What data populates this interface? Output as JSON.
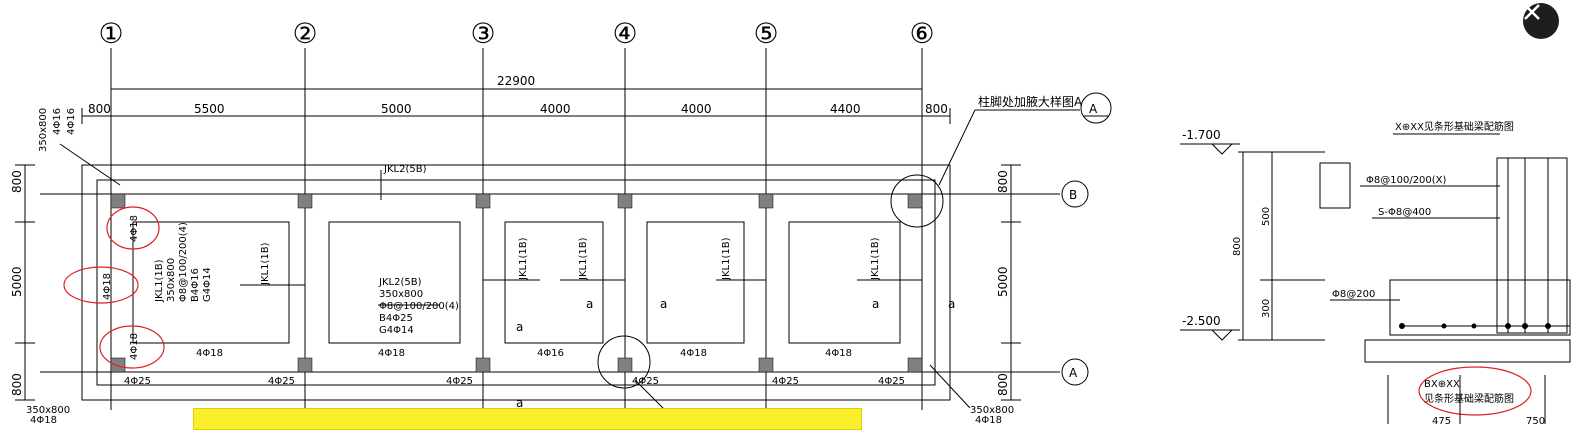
{
  "grid_axes": [
    "①",
    "②",
    "③",
    "④",
    "⑤",
    "⑥"
  ],
  "grid_rows": [
    "B",
    "A"
  ],
  "total_dim": "22900",
  "spans": [
    "800",
    "5500",
    "5000",
    "4000",
    "4000",
    "4400",
    "800"
  ],
  "side_dims": {
    "top": "800",
    "mid": "5000",
    "bot": "800"
  },
  "col_callout": {
    "size": "350x800",
    "bar": "4Φ16"
  },
  "col_callout_bottom": {
    "size": "350x800",
    "bar": "4Φ18"
  },
  "detail_callout": {
    "text": "柱脚处加腋大样图A",
    "mark": "A"
  },
  "beam_labels": {
    "jkl2_top": "JKL2(5B)",
    "jkl1": "JKL1(1B)",
    "jkl2_spec": [
      "JKL2(5B)",
      "350x800",
      "Φ8@100/200(4)",
      "B4Φ25",
      "G4Φ14"
    ],
    "jkl1_spec": [
      "JKL1(1B)",
      "350x800",
      "Φ8@100/200(4)",
      "B4Φ16",
      "G4Φ14"
    ]
  },
  "rebar": {
    "r18": "4Φ18",
    "r16": "4Φ16",
    "r25": "4Φ25"
  },
  "mark_a": "a",
  "section": {
    "elev1": "-1.700",
    "elev2": "-2.500",
    "d800": "800",
    "d500": "500",
    "d300": "300",
    "title": "X⊕XX见条形基础梁配筋图",
    "s1": "Φ8@100/200(X)",
    "s2": "S-Φ8@400",
    "s3": "Φ8@200",
    "bx": "BX⊕XX",
    "bx_note": "见条形基础梁配筋图",
    "b1": "475",
    "b2": "750"
  }
}
